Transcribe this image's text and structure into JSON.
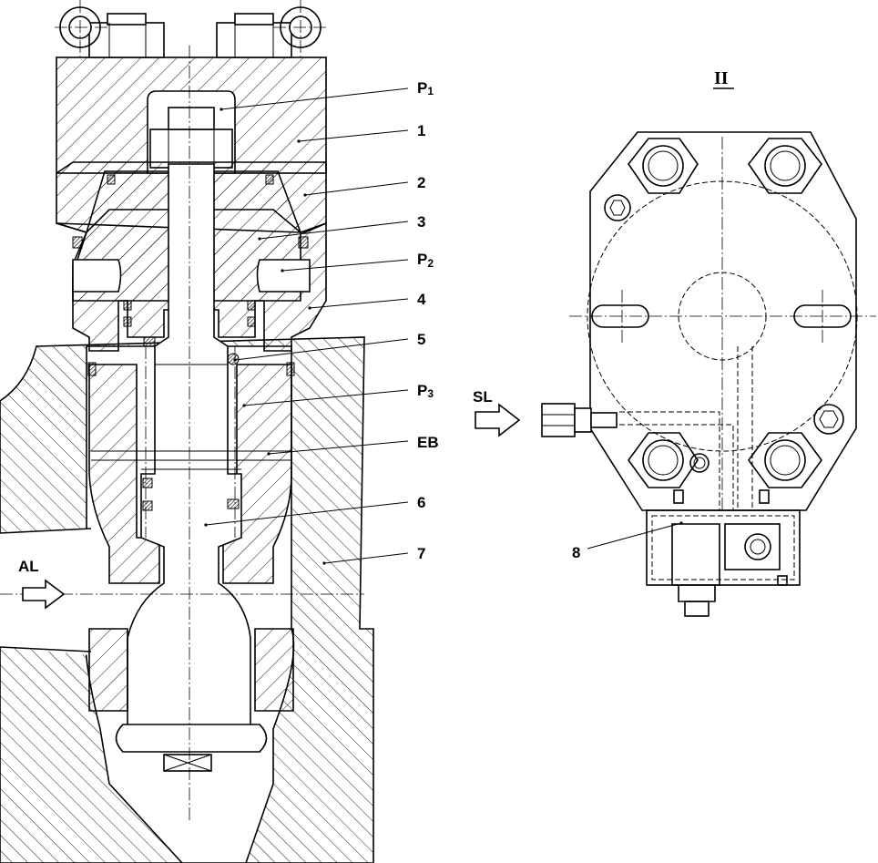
{
  "labels": {
    "p1": "P",
    "p1_sub": "1",
    "n1": "1",
    "n2": "2",
    "n3": "3",
    "p2": "P",
    "p2_sub": "2",
    "n4": "4",
    "n5": "5",
    "p3": "P",
    "p3_sub": "3",
    "eb": "EB",
    "n6": "6",
    "n7": "7",
    "al": "AL",
    "sl": "SL",
    "n8": "8"
  },
  "view_title": "II",
  "colors": {
    "line": "#000000",
    "background": "#ffffff"
  }
}
